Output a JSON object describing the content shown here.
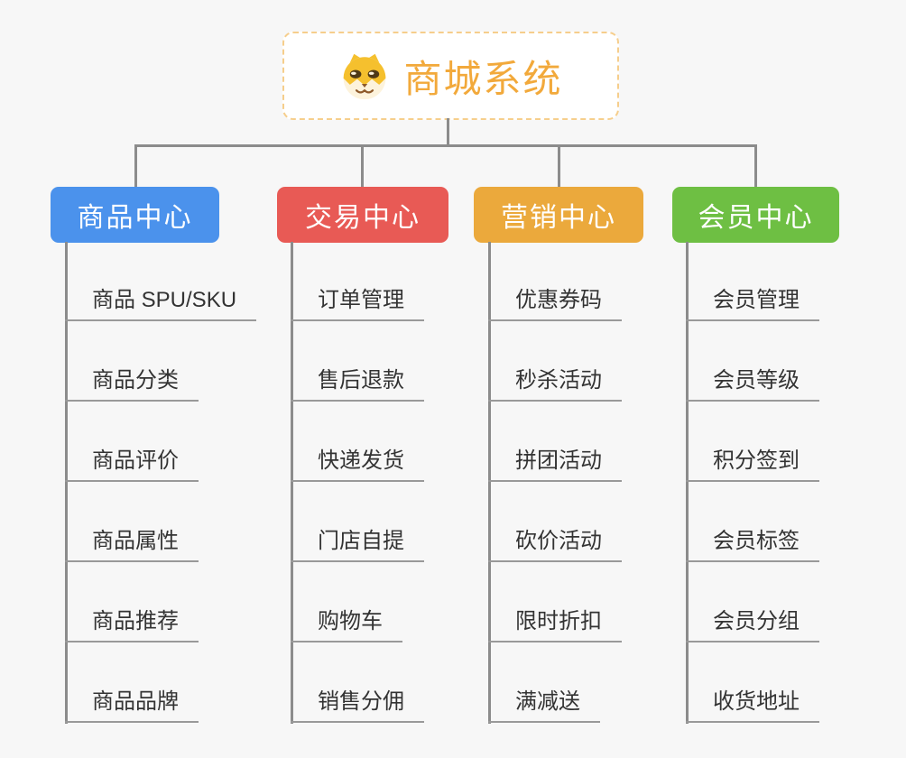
{
  "root": {
    "title": "商城系统",
    "icon": "dog-face-icon",
    "title_color": "#f2a93b",
    "border_color": "#f6ce8c"
  },
  "branches": [
    {
      "label": "商品中心",
      "color": "#4b92ec",
      "items": [
        "商品 SPU/SKU",
        "商品分类",
        "商品评价",
        "商品属性",
        "商品推荐",
        "商品品牌"
      ]
    },
    {
      "label": "交易中心",
      "color": "#e85a55",
      "items": [
        "订单管理",
        "售后退款",
        "快递发货",
        "门店自提",
        "购物车",
        "销售分佣"
      ]
    },
    {
      "label": "营销中心",
      "color": "#eba93c",
      "items": [
        "优惠券码",
        "秒杀活动",
        "拼团活动",
        "砍价活动",
        "限时折扣",
        "满减送"
      ]
    },
    {
      "label": "会员中心",
      "color": "#6ebf43",
      "items": [
        "会员管理",
        "会员等级",
        "积分签到",
        "会员标签",
        "会员分组",
        "收货地址"
      ]
    }
  ],
  "connector_color": "#8c8c8c",
  "leaf_underline_color": "#999999",
  "background_color": "#f7f7f7"
}
